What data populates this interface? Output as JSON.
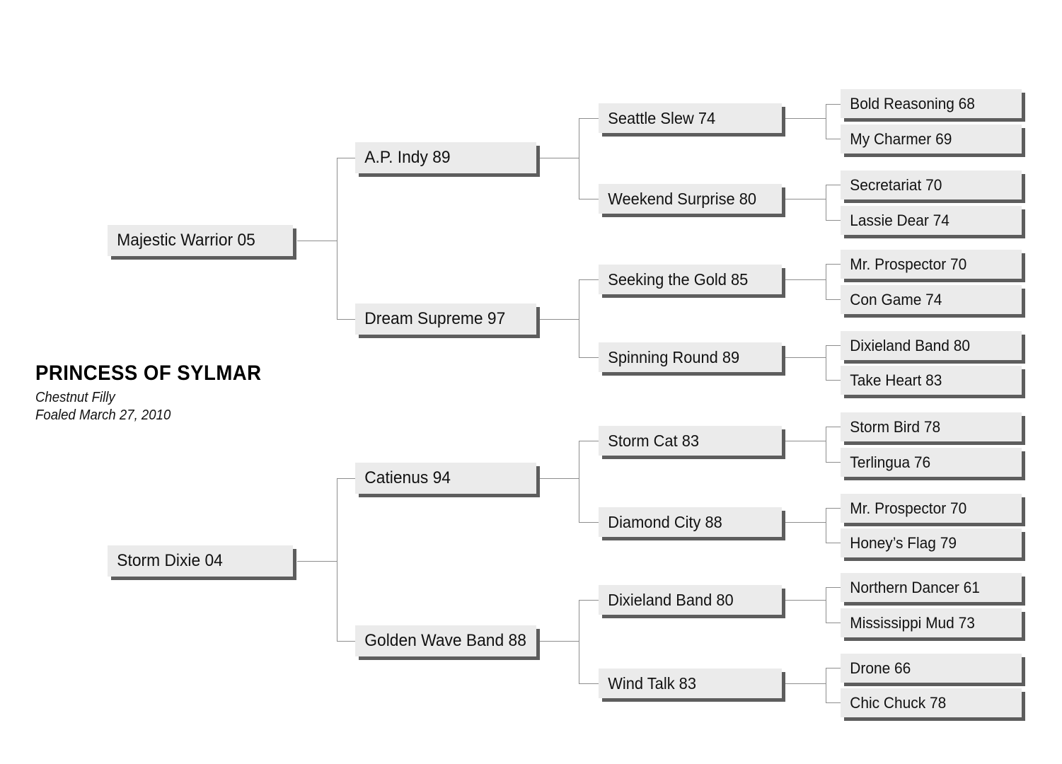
{
  "subject": {
    "name": "PRINCESS OF SYLMAR",
    "description": "Chestnut Filly",
    "foaled": "Foaled March 27, 2010"
  },
  "colors": {
    "box_fill": "#ebebeb",
    "box_shadow": "#5d5d5d",
    "connector": "#8d8d8d",
    "text": "#111111",
    "background": "#ffffff"
  },
  "pedigree": {
    "generation1": [
      {
        "label": "Majestic Warrior 05"
      },
      {
        "label": "Storm Dixie 04"
      }
    ],
    "generation2": [
      {
        "label": "A.P. Indy 89"
      },
      {
        "label": "Dream Supreme 97"
      },
      {
        "label": "Catienus 94"
      },
      {
        "label": "Golden Wave Band 88"
      }
    ],
    "generation3": [
      {
        "label": "Seattle Slew 74"
      },
      {
        "label": "Weekend Surprise 80"
      },
      {
        "label": "Seeking the Gold 85"
      },
      {
        "label": "Spinning Round 89"
      },
      {
        "label": "Storm Cat 83"
      },
      {
        "label": "Diamond City 88"
      },
      {
        "label": "Dixieland Band 80"
      },
      {
        "label": "Wind Talk 83"
      }
    ],
    "generation4": [
      {
        "label": "Bold Reasoning 68"
      },
      {
        "label": "My Charmer 69"
      },
      {
        "label": "Secretariat 70"
      },
      {
        "label": "Lassie Dear 74"
      },
      {
        "label": "Mr. Prospector 70"
      },
      {
        "label": "Con Game 74"
      },
      {
        "label": "Dixieland Band 80"
      },
      {
        "label": "Take Heart 83"
      },
      {
        "label": "Storm Bird 78"
      },
      {
        "label": "Terlingua 76"
      },
      {
        "label": "Mr. Prospector 70"
      },
      {
        "label": "Honey’s Flag 79"
      },
      {
        "label": "Northern Dancer 61"
      },
      {
        "label": "Mississippi Mud 73"
      },
      {
        "label": "Drone 66"
      },
      {
        "label": "Chic Chuck 78"
      }
    ]
  }
}
